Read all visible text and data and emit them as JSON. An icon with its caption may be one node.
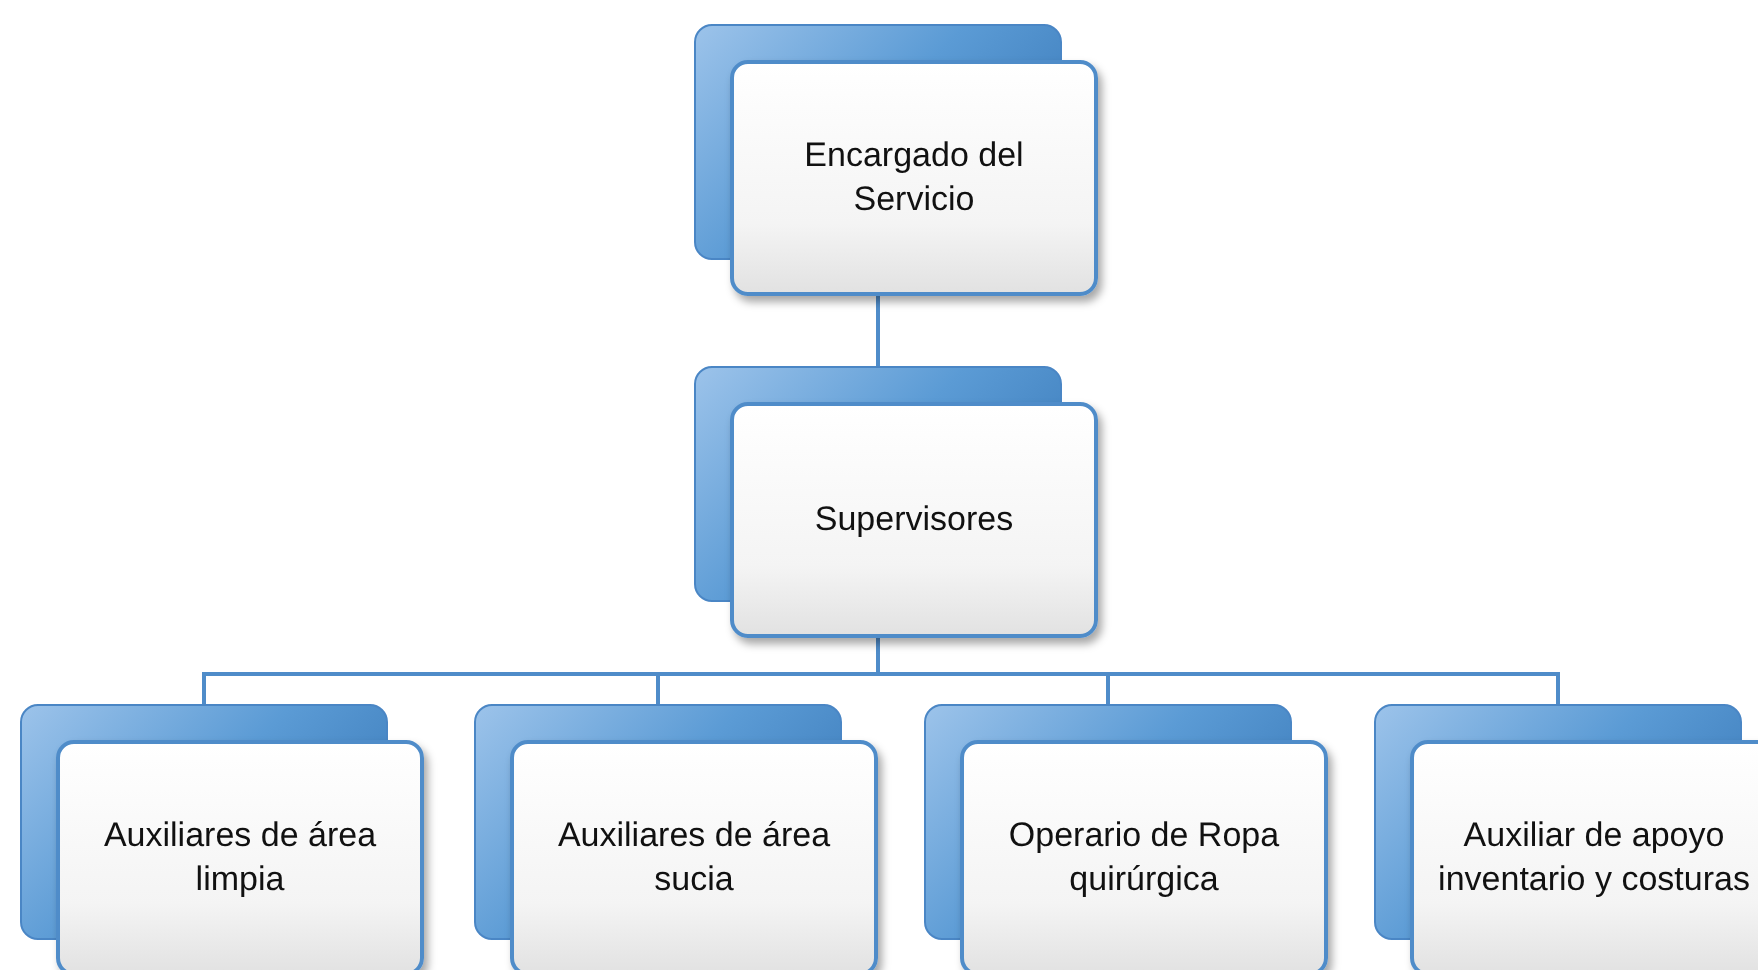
{
  "diagram": {
    "nodes": [
      {
        "text": [
          "Encargado del Servicio"
        ]
      },
      {
        "text": [
          "Supervisores"
        ]
      },
      {
        "text": [
          "Auxiliares de área limpia"
        ]
      },
      {
        "text": [
          "Auxiliares de área sucia"
        ]
      },
      {
        "text": [
          "Operario de Ropa quirúrgica"
        ]
      },
      {
        "text": [
          "Auxiliar de apoyo inventario y costuras"
        ]
      }
    ],
    "edges": [
      {
        "from": 0,
        "to": 1,
        "arrow": "none"
      },
      {
        "from": 1,
        "to": 2,
        "arrow": "none"
      },
      {
        "from": 1,
        "to": 3,
        "arrow": "none"
      },
      {
        "from": 1,
        "to": 4,
        "arrow": "none"
      },
      {
        "from": 1,
        "to": 5,
        "arrow": "none"
      }
    ]
  }
}
